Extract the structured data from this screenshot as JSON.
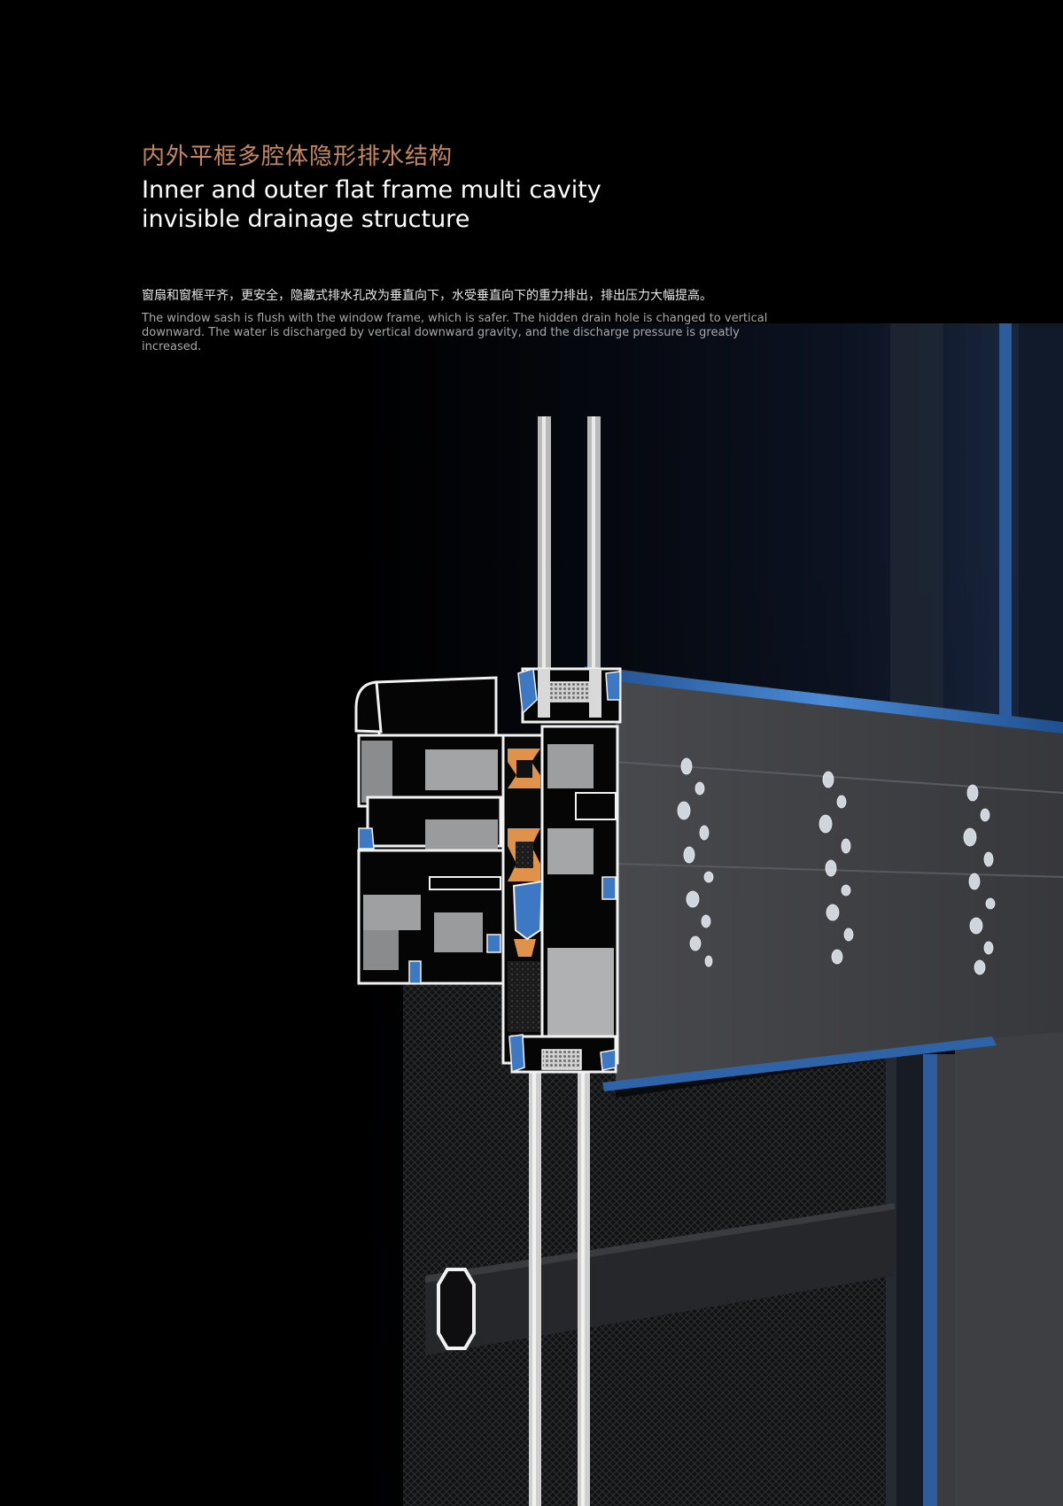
{
  "heading": {
    "title_cn": "内外平框多腔体隐形排水结构",
    "title_en": "Inner and outer flat frame multi cavity invisible drainage structure"
  },
  "description": {
    "cn": "窗扇和窗框平齐，更安全，隐藏式排水孔改为垂直向下，水受垂直向下的重力排出，排出压力大幅提高。",
    "en": "The window sash is flush with the window frame, which is safer. The hidden drain hole is changed to vertical downward. The water is discharged by vertical downward gravity, and the discharge pressure is greatly increased."
  },
  "colors": {
    "background": "#000000",
    "title_cn": "#c8875a",
    "title_en": "#ffffff",
    "frame_gray": "#3c3d40",
    "seal_blue": "#3d78c4",
    "thermal_break_orange": "#e0924a",
    "profile_outline": "#f2f2f2"
  },
  "illustration": {
    "name": "window-frame-cross-section",
    "elements": [
      "aluminum-profile-section",
      "double-glazing",
      "window-frame-face",
      "water-drops",
      "insect-screen-mesh",
      "drain-hole",
      "background-window-glass"
    ]
  }
}
